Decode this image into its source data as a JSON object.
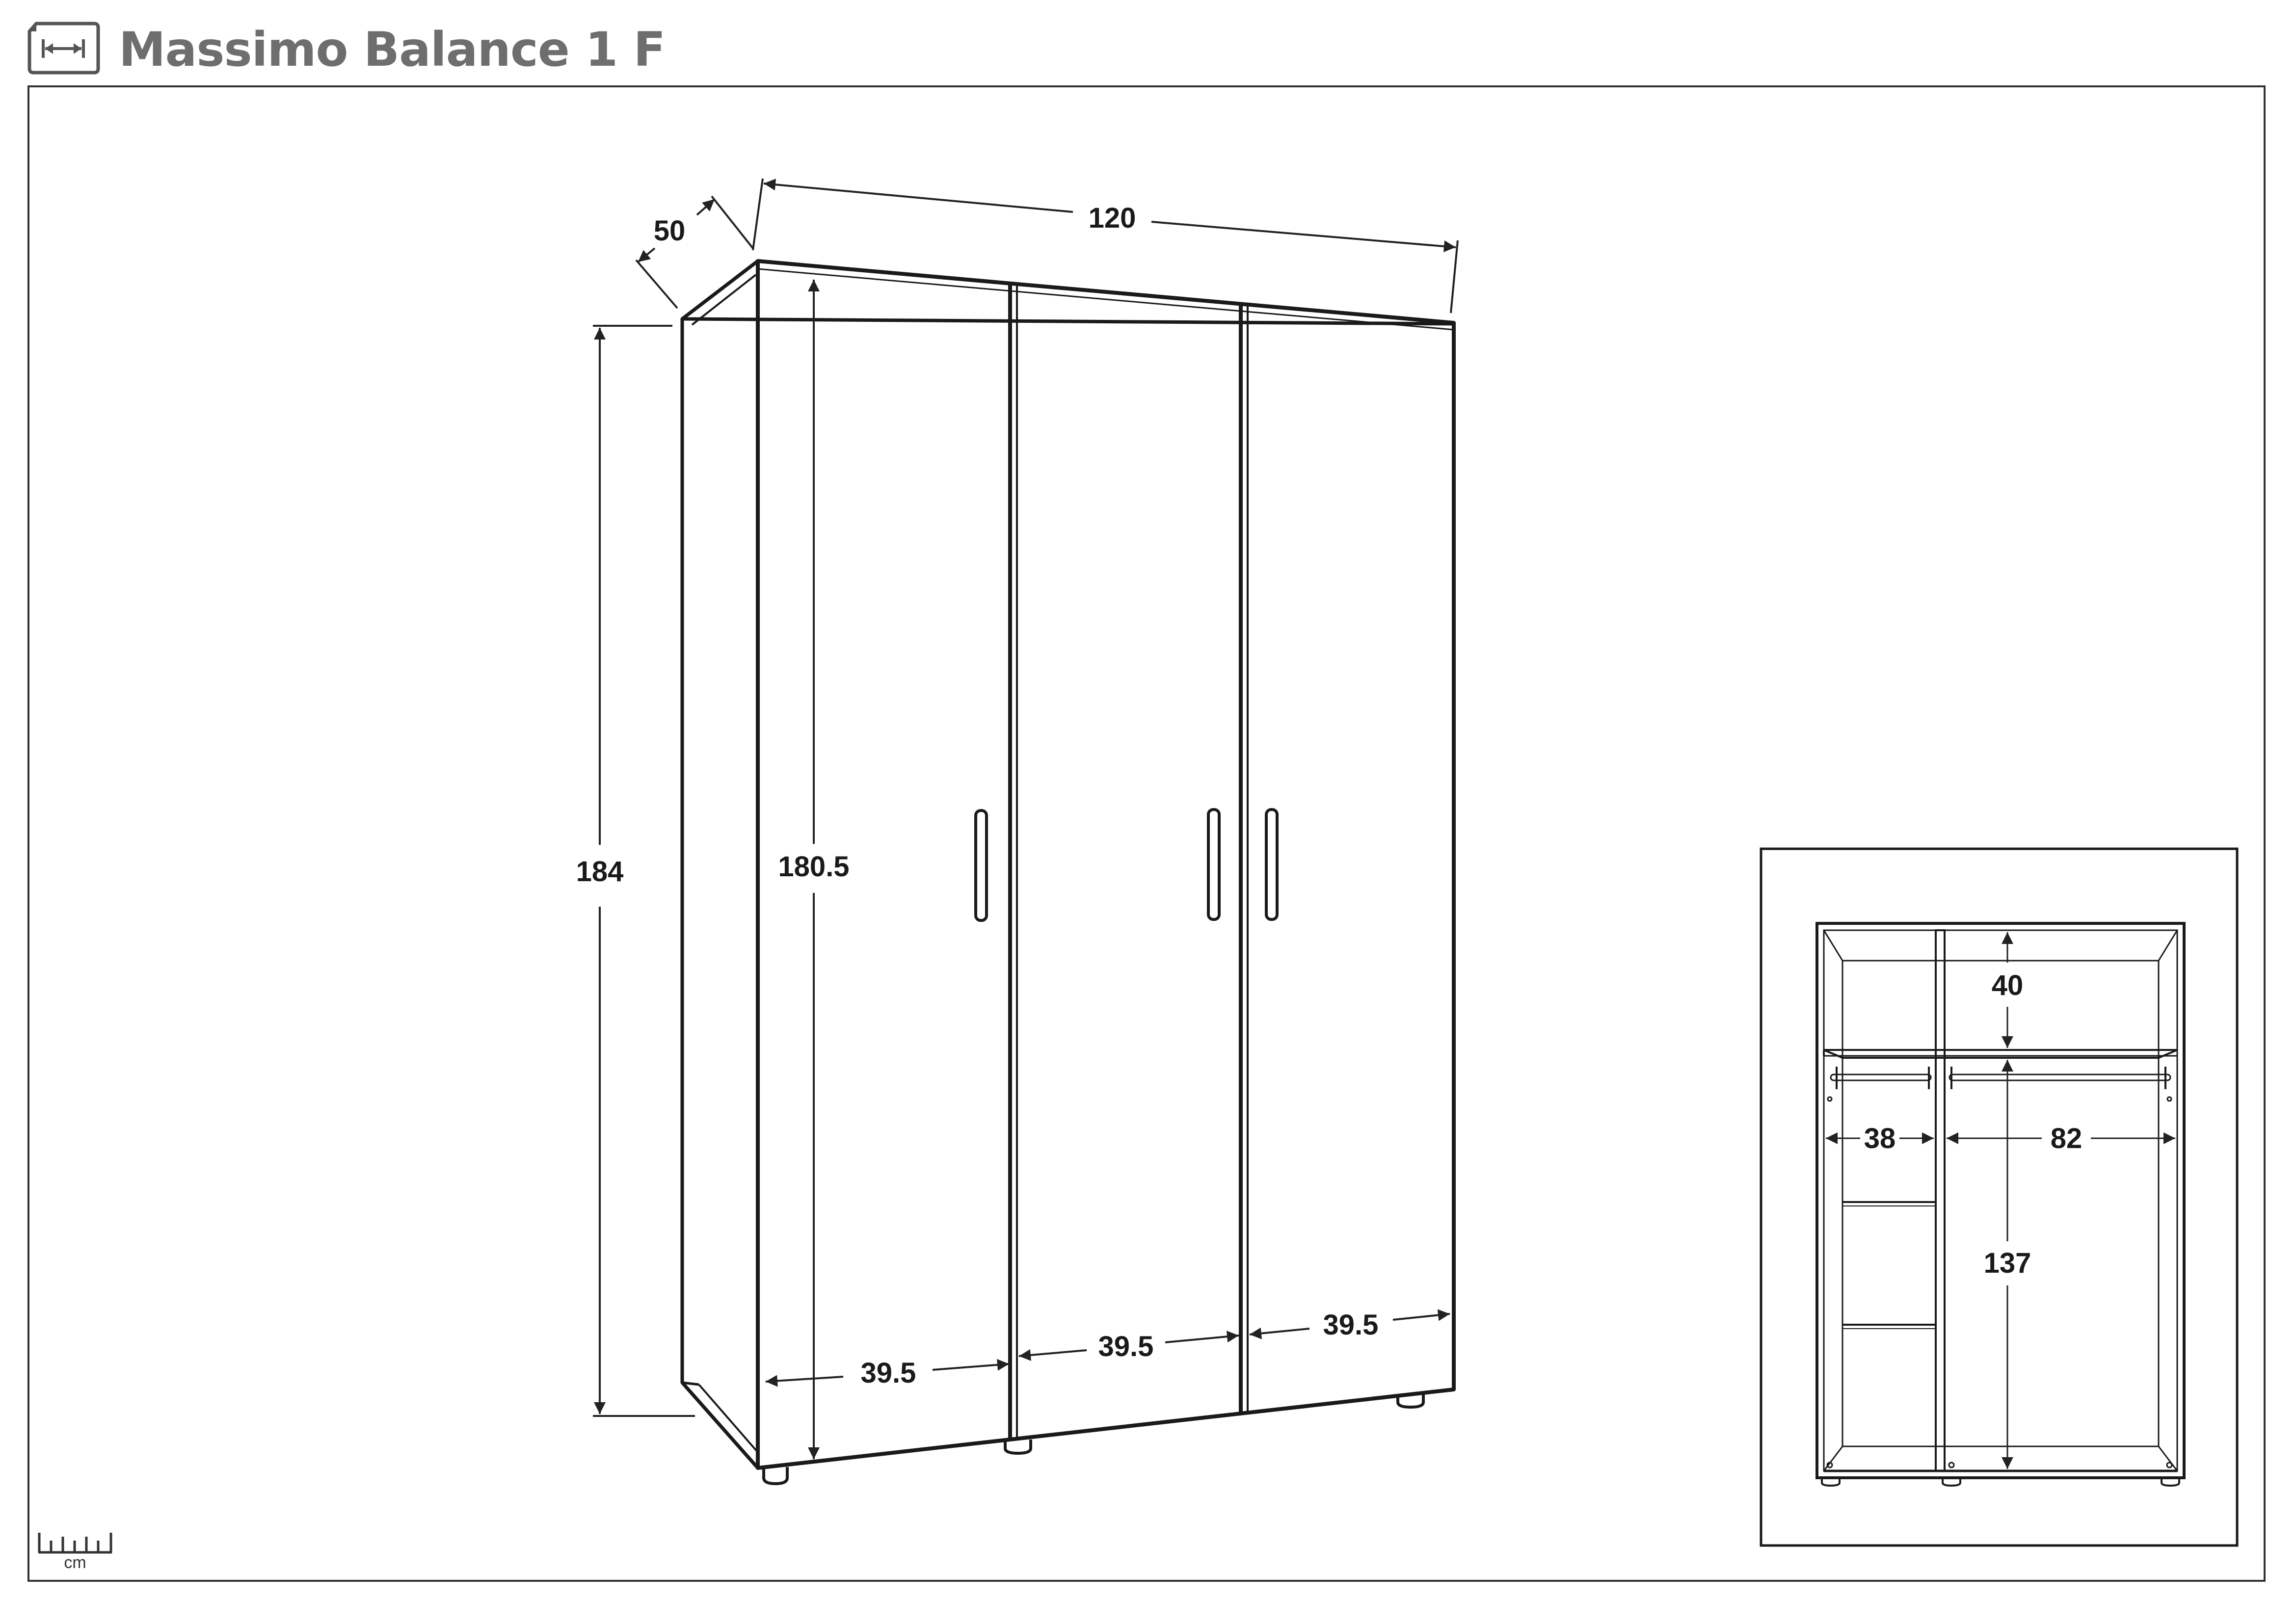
{
  "header": {
    "title": "Massimo Balance 1 F",
    "icon": "dimensions-icon"
  },
  "dimensions": {
    "depth": "50",
    "width": "120",
    "height": "184",
    "door_height": "180.5",
    "door_left": "39.5",
    "door_middle": "39.5",
    "door_right": "39.5"
  },
  "interior": {
    "top_shelf": "40",
    "left_width": "38",
    "right_width": "82",
    "hanging_height": "137"
  },
  "scale": {
    "unit": "cm",
    "icon": "ruler-icon"
  }
}
